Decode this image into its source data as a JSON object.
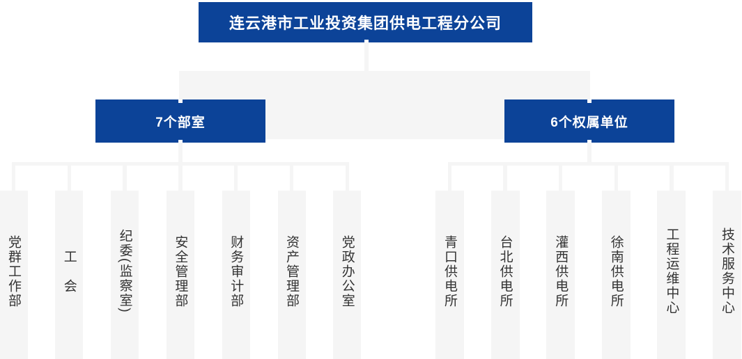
{
  "org_chart": {
    "root": "连云港市工业投资集团供电工程分公司",
    "groups": [
      {
        "label": "7个部室",
        "children": [
          "党群工作部",
          "工　会",
          "纪委(监察室)",
          "安全管理部",
          "财务审计部",
          "资产管理部",
          "党政办公室"
        ]
      },
      {
        "label": "6个权属单位",
        "children": [
          "青口供电所",
          "台北供电所",
          "灌西供电所",
          "徐南供电所",
          "工程运维中心",
          "技术服务中心"
        ]
      }
    ]
  },
  "colors": {
    "box_blue": "#0c4398",
    "box_text": "#ffffff",
    "connector_gray": "#f5f5f5",
    "column_text": "#333333"
  }
}
